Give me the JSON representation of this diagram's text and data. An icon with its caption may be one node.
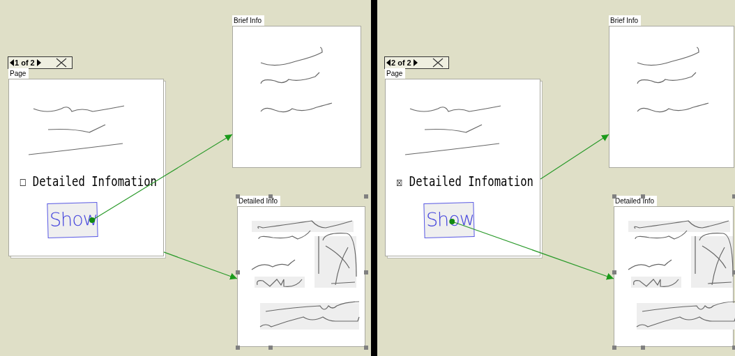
{
  "diagram": {
    "nodes": [
      {
        "text": [
          "1 of 2"
        ]
      },
      {
        "text": [
          "Page"
        ]
      },
      {
        "text": [
          "Show"
        ],
        "in": 1
      },
      {
        "text": [
          "Brief Info"
        ]
      },
      {
        "text": [
          "Detailed Info"
        ]
      },
      {
        "text": [
          "2 of 2"
        ]
      },
      {
        "text": [
          "Page"
        ]
      },
      {
        "text": [
          "Show"
        ],
        "in": 6
      },
      {
        "text": [
          "Brief Info"
        ]
      },
      {
        "text": [
          "Detailed Info"
        ]
      }
    ],
    "edges": [
      {
        "from": 2,
        "to": 3,
        "arrow": "to"
      },
      {
        "from": 1,
        "to": 4,
        "arrow": "to"
      },
      {
        "from": 6,
        "to": 8,
        "arrow": "to"
      },
      {
        "from": 7,
        "to": 9,
        "arrow": "to"
      }
    ],
    "labels": [
      "☐ Detailed Infomation",
      "☒ Detailed Infomation"
    ]
  }
}
